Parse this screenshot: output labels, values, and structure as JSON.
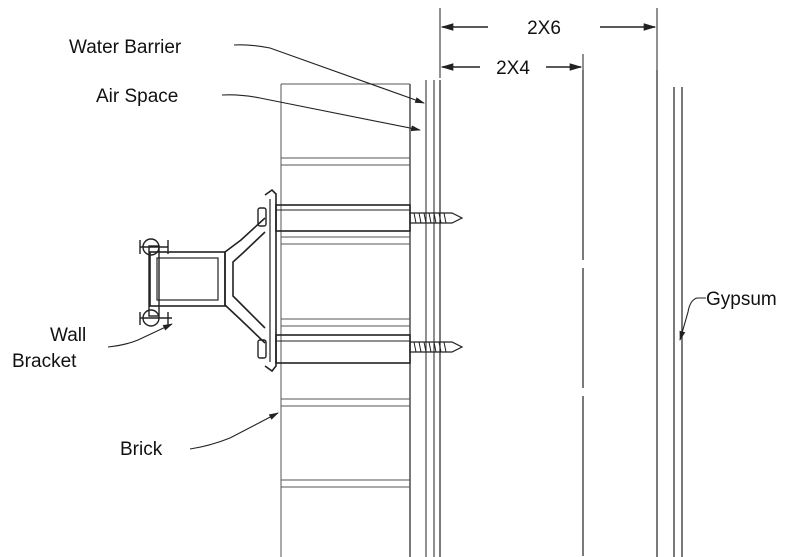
{
  "labels": {
    "water_barrier": "Water Barrier",
    "air_space": "Air Space",
    "wall_line1": "Wall",
    "wall_line2": "Bracket",
    "brick": "Brick",
    "gypsum": "Gypsum",
    "dim_2x6": "2X6",
    "dim_2x4": "2X4"
  },
  "colors": {
    "line": "#222222",
    "background": "#ffffff"
  }
}
